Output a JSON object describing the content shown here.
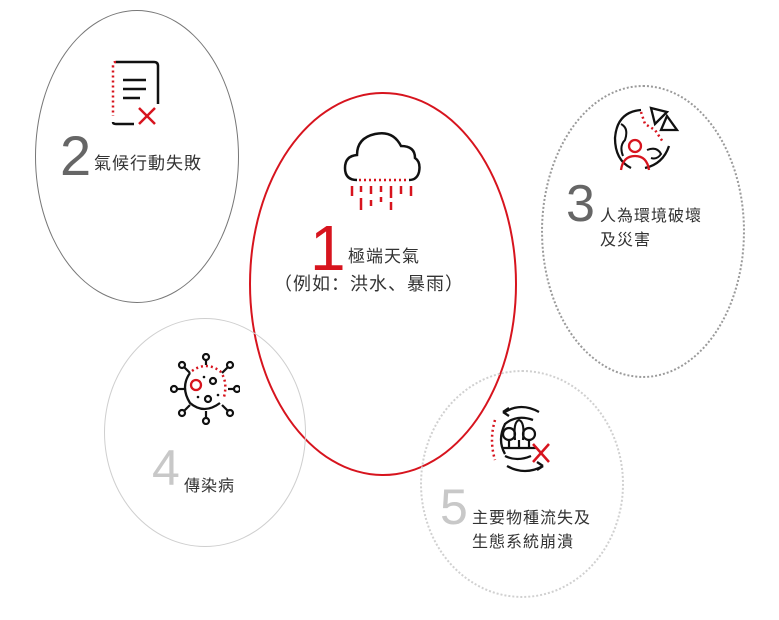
{
  "diagram": {
    "items": [
      {
        "rank": "1",
        "label_line1": "極端天氣",
        "label_line2": "（例如：洪水、暴雨）",
        "icon": "rain-cloud-icon",
        "border": "#d7141e",
        "number_color": "#d7141e"
      },
      {
        "rank": "2",
        "label_line1": "氣候行動失敗",
        "icon": "document-x-icon",
        "border": "#777777",
        "number_color": "#666666"
      },
      {
        "rank": "3",
        "label_line1": "人為環境破壞",
        "label_line2": "及災害",
        "icon": "globe-person-icon",
        "border": "#9a9a9a",
        "number_color": "#666666"
      },
      {
        "rank": "4",
        "label_line1": "傳染病",
        "icon": "virus-icon",
        "border": "#cfcfcf",
        "number_color": "#c8c8c8"
      },
      {
        "rank": "5",
        "label_line1": "主要物種流失及",
        "label_line2": "生態系統崩潰",
        "icon": "forest-cycle-x-icon",
        "border": "#d0d0d0",
        "number_color": "#c8c8c8"
      }
    ],
    "colors": {
      "accent": "#d7141e",
      "icon_stroke": "#111111"
    }
  }
}
